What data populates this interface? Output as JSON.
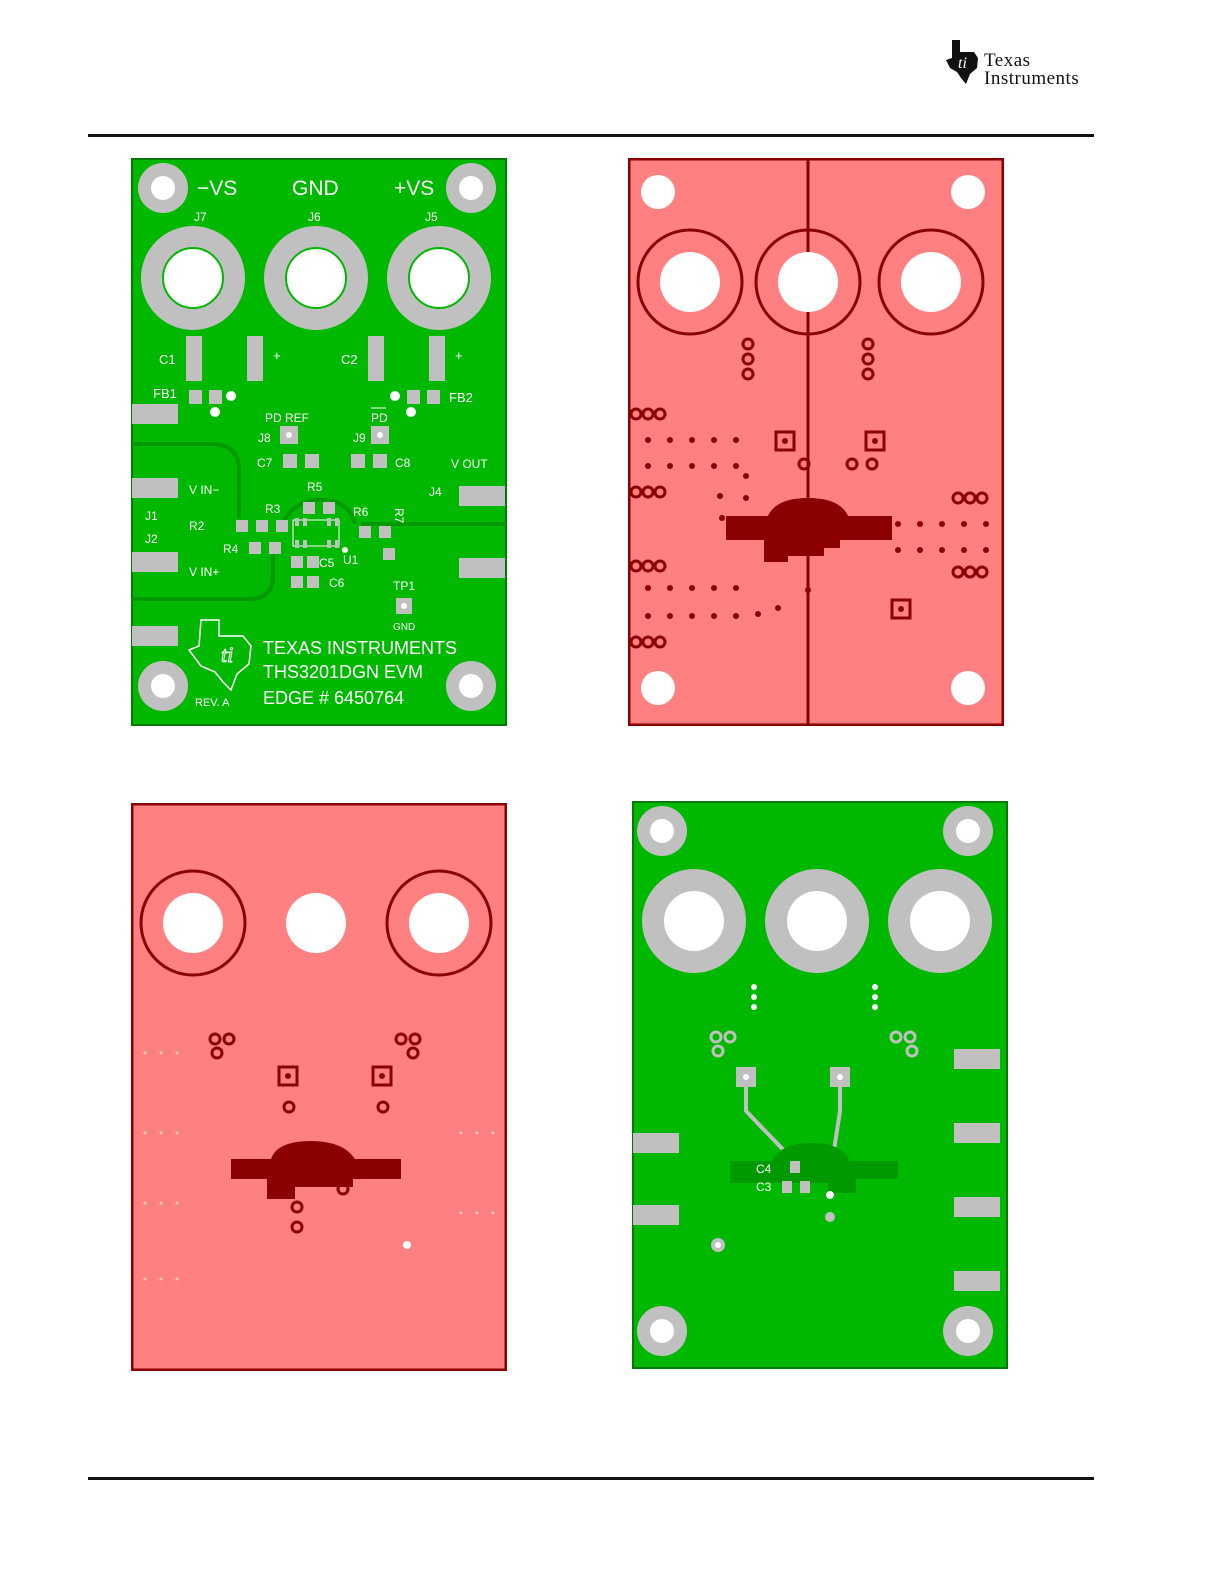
{
  "brand": {
    "line1": "Texas",
    "line2": "Instruments",
    "colors": {
      "logo": "#111111"
    }
  },
  "colors": {
    "silkscreen_board": "#00b800",
    "copper_layer_board": "#ff8080",
    "copper_outline": "#8b0000",
    "pad_gray": "#c0c0c0"
  },
  "top_silkscreen": {
    "terminal_labels": [
      "−VS",
      "GND",
      "+VS"
    ],
    "jack_refs": [
      "J7",
      "J6",
      "J5"
    ],
    "refs": {
      "c1": "C1",
      "c2": "C2",
      "plus1": "+",
      "plus2": "+",
      "fb1": "FB1",
      "fb2": "FB2",
      "pd_ref": "PD REF",
      "pd": "PD",
      "j8": "J8",
      "j9": "J9",
      "c7": "C7",
      "c8": "C8",
      "vout": "V OUT",
      "j4": "J4",
      "vin_minus": "V IN−",
      "j1": "J1",
      "j2": "J2",
      "vin_plus": "V IN+",
      "r2": "R2",
      "r3": "R3",
      "r4": "R4",
      "r5": "R5",
      "r6": "R6",
      "r7": "R7",
      "c5": "C5",
      "c6": "C6",
      "u1": "U1",
      "tp1": "TP1",
      "gnd_small": "GND"
    },
    "board_text": {
      "company": "TEXAS INSTRUMENTS",
      "model": "THS3201DGN EVM",
      "edge": "EDGE # 6450764",
      "rev": "REV. A"
    }
  },
  "bottom_silkscreen": {
    "refs": {
      "c4": "C4",
      "c3": "C3"
    }
  }
}
